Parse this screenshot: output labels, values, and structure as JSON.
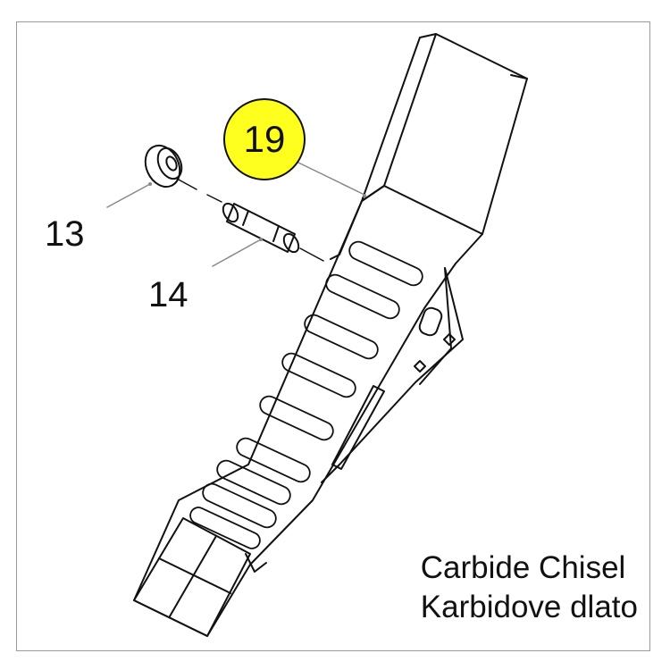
{
  "parts": {
    "highlighted": "19",
    "washer": "13",
    "pin": "14"
  },
  "caption": {
    "line1": "Carbide Chisel",
    "line2": "Karbidove dlato"
  },
  "colors": {
    "badge_fill": "#ffff1e",
    "line": "#111111",
    "leader": "#888888"
  }
}
